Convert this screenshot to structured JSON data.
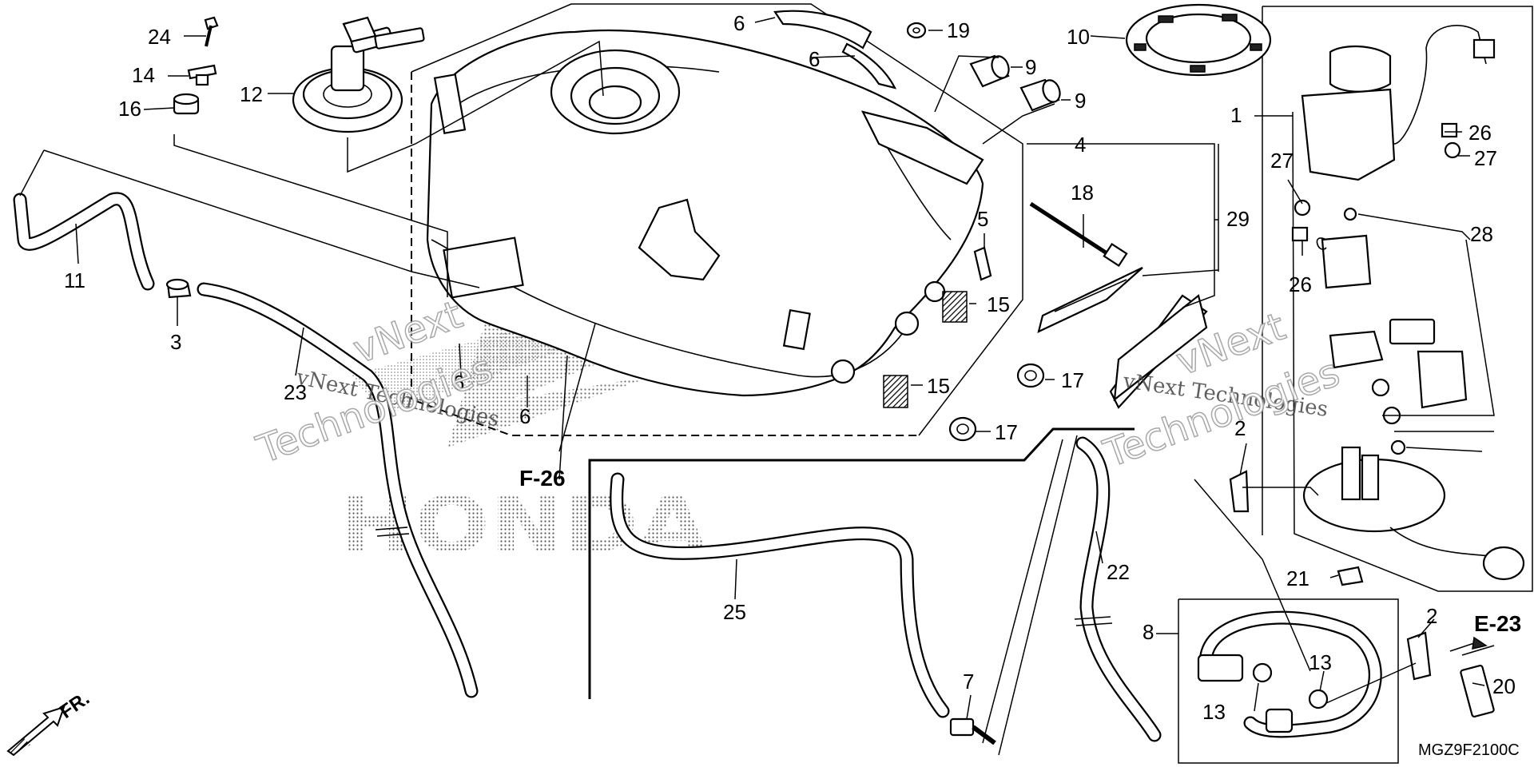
{
  "diagram": {
    "part_numbers": [
      {
        "id": "c1",
        "label": "1"
      },
      {
        "id": "c2a",
        "label": "2"
      },
      {
        "id": "c2b",
        "label": "2"
      },
      {
        "id": "c3",
        "label": "3"
      },
      {
        "id": "c4",
        "label": "4"
      },
      {
        "id": "c5",
        "label": "5"
      },
      {
        "id": "c6a",
        "label": "6"
      },
      {
        "id": "c6b",
        "label": "6"
      },
      {
        "id": "c6c",
        "label": "6"
      },
      {
        "id": "c6d",
        "label": "6"
      },
      {
        "id": "c7",
        "label": "7"
      },
      {
        "id": "c8",
        "label": "8"
      },
      {
        "id": "c9a",
        "label": "9"
      },
      {
        "id": "c9b",
        "label": "9"
      },
      {
        "id": "c10",
        "label": "10"
      },
      {
        "id": "c11",
        "label": "11"
      },
      {
        "id": "c12",
        "label": "12"
      },
      {
        "id": "c13a",
        "label": "13"
      },
      {
        "id": "c13b",
        "label": "13"
      },
      {
        "id": "c14",
        "label": "14"
      },
      {
        "id": "c15a",
        "label": "15"
      },
      {
        "id": "c15b",
        "label": "15"
      },
      {
        "id": "c16",
        "label": "16"
      },
      {
        "id": "c17a",
        "label": "17"
      },
      {
        "id": "c17b",
        "label": "17"
      },
      {
        "id": "c18",
        "label": "18"
      },
      {
        "id": "c19",
        "label": "19"
      },
      {
        "id": "c20",
        "label": "20"
      },
      {
        "id": "c21",
        "label": "21"
      },
      {
        "id": "c22",
        "label": "22"
      },
      {
        "id": "c23",
        "label": "23"
      },
      {
        "id": "c24",
        "label": "24"
      },
      {
        "id": "c25",
        "label": "25"
      },
      {
        "id": "c26a",
        "label": "26"
      },
      {
        "id": "c26b",
        "label": "26"
      },
      {
        "id": "c27a",
        "label": "27"
      },
      {
        "id": "c27b",
        "label": "27"
      },
      {
        "id": "c28",
        "label": "28"
      },
      {
        "id": "c29",
        "label": "29"
      }
    ],
    "page_refs": {
      "f26": "F-26",
      "e23": "E-23"
    },
    "front_indicator": "FR.",
    "diagram_code": "MGZ9F2100C",
    "watermark": {
      "line1": "vNext Technologies",
      "word1": "vNext",
      "word2": "Technologies"
    },
    "brand_mark": "HONDA"
  }
}
